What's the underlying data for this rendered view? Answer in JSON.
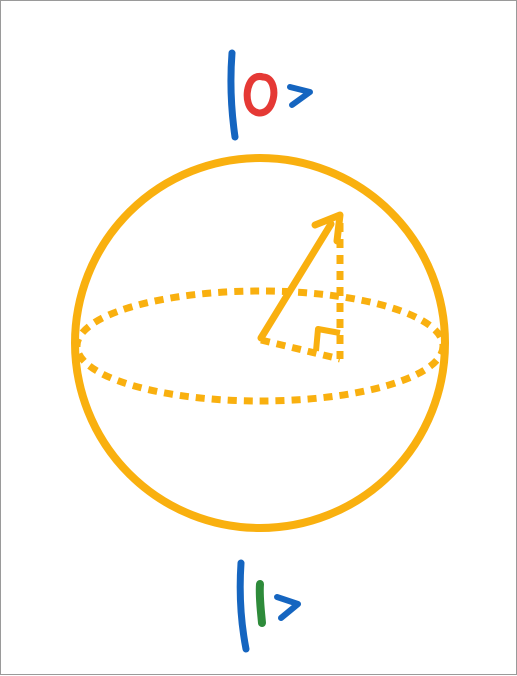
{
  "diagram": {
    "type": "bloch-sphere",
    "colors": {
      "sphere": "#F9B00F",
      "ket_bracket": "#1565C0",
      "zero_digit": "#E53935",
      "one_digit": "#2E8B3A",
      "frame": "#9A9A9A",
      "background": "#FFFFFF"
    },
    "top_label": {
      "digit": "0",
      "ket_bar": "|",
      "ket_angle": ">"
    },
    "bottom_label": {
      "digit": "1",
      "ket_bar": "|",
      "ket_angle": ">"
    }
  }
}
